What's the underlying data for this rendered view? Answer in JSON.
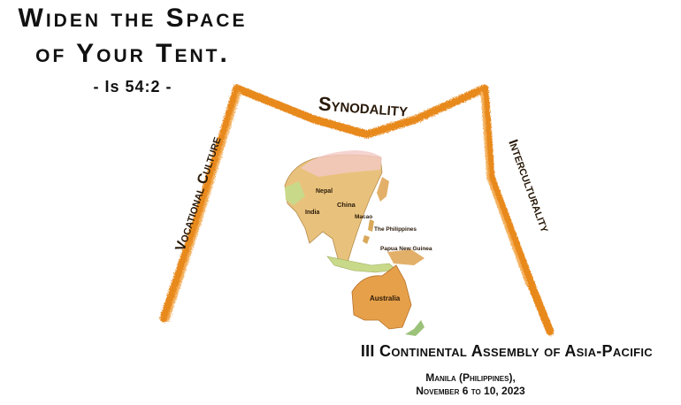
{
  "title": {
    "line1": "Widen the Space",
    "line2": "of Your Tent.",
    "reference": "- Is 54:2 -"
  },
  "tent": {
    "top_label": "Synodality",
    "left_label": "Vocational Culture",
    "right_label": "Interculturality"
  },
  "map": {
    "countries": [
      "Nepal",
      "India",
      "China",
      "Macao",
      "The Philippines",
      "Papua New Guinea",
      "Australia"
    ]
  },
  "assembly": {
    "name": "III Continental Assembly of Asia-Pacific",
    "location": "Manila (Philippines),",
    "dates": "November 6 to 10, 2023"
  },
  "colors": {
    "tent_orange": "#e8891d",
    "map_tan": "#e8c27c"
  }
}
